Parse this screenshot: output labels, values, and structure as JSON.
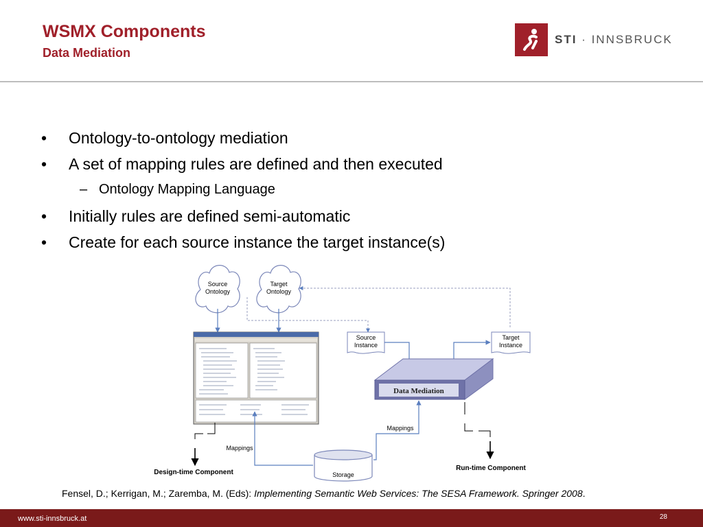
{
  "header": {
    "title": "WSMX Components",
    "subtitle": "Data Mediation",
    "logo_brand": "STI",
    "logo_sep": " · ",
    "logo_place": "INNSBRUCK"
  },
  "bullets": [
    {
      "level": 1,
      "text": "Ontology-to-ontology mediation"
    },
    {
      "level": 1,
      "text": "A set of mapping rules are defined and then executed"
    },
    {
      "level": 2,
      "text": "Ontology Mapping Language"
    },
    {
      "level": 1,
      "text": "Initially rules are defined semi-automatic"
    },
    {
      "level": 1,
      "text": "Create for each source instance the target instance(s)"
    }
  ],
  "diagram": {
    "source_ontology": [
      "Source",
      "Ontology"
    ],
    "target_ontology": [
      "Target",
      "Ontology"
    ],
    "source_instance": [
      "Source",
      "Instance"
    ],
    "target_instance": [
      "Target",
      "Instance"
    ],
    "data_mediation": "Data Mediation",
    "mappings_left": "Mappings",
    "mappings_right": "Mappings",
    "storage": "Storage",
    "design_time": "Design-time Component",
    "run_time": "Run-time Component"
  },
  "citation": {
    "plain": "Fensel, D.; Kerrigan, M.; Zaremba, M. (Eds): ",
    "italic": "Implementing Semantic Web Services: The SESA Framework. Springer 2008",
    "end": "."
  },
  "footer": {
    "url": "www.sti-innsbruck.at",
    "page": "28"
  },
  "colors": {
    "accent": "#a0202a",
    "footer": "#7a1a1a",
    "arrow": "#5b7fbf",
    "box_top": "#c7c9e6",
    "box_front": "#6f72a8"
  }
}
